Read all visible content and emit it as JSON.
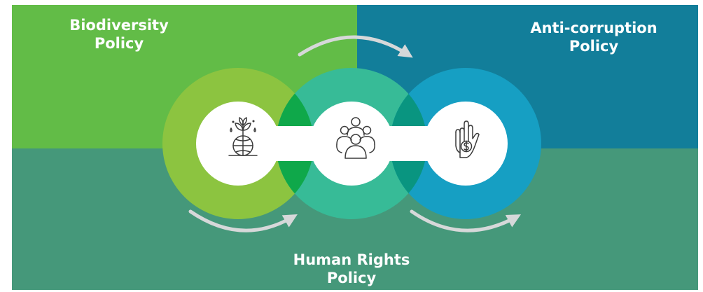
{
  "policies": {
    "biodiversity": {
      "line1": "Biodiversity",
      "line2": "Policy",
      "icon": "plant-globe-icon"
    },
    "anti_corruption": {
      "line1": "Anti-corruption",
      "line2": "Policy",
      "icon": "hand-dollar-icon"
    },
    "human_rights": {
      "line1": "Human Rights",
      "line2": "Policy",
      "icon": "people-group-icon"
    }
  },
  "colors": {
    "biodiversity_panel": "#62BC47",
    "anti_corruption_panel": "#127E9A",
    "human_rights_panel": "#45987A",
    "green_ring": "#8CC440",
    "teal_ring": "#37BB97",
    "blue_ring": "#169FC3",
    "overlap_green": "#0FA84A",
    "overlap_teal": "#099580",
    "arrow": "#D6D8D9",
    "icon_stroke": "#3A3A3A"
  }
}
